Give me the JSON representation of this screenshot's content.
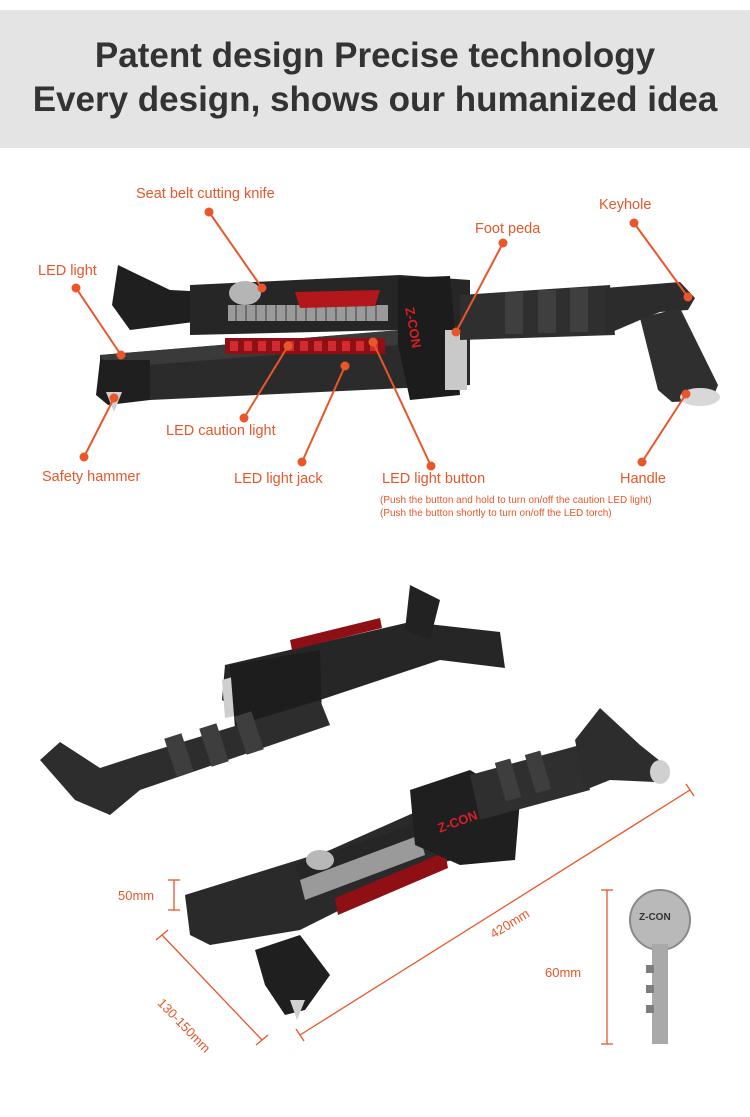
{
  "header": {
    "line1": "Patent design Precise technology",
    "line2": "Every design, shows our humanized idea"
  },
  "brand": "Z-CON",
  "key_brand": "Z-CON",
  "colors": {
    "accent": "#e8562a",
    "header_bg": "#e4e4e4",
    "tool_body": "#2a2a2a",
    "led_red": "#b3161b"
  },
  "callouts": {
    "seat_belt_knife": "Seat belt cutting knife",
    "keyhole": "Keyhole",
    "foot_pedal": "Foot peda",
    "led_light": "LED light",
    "led_caution_light": "LED caution light",
    "safety_hammer": "Safety hammer",
    "led_light_jack": "LED light jack",
    "led_light_button": "LED light button",
    "handle": "Handle"
  },
  "button_notes": {
    "note1": "(Push the button and hold to turn on/off the caution LED light)",
    "note2": "(Push the button shortly to turn on/off the LED torch)"
  },
  "dimensions": {
    "height": "50mm",
    "width": "130-150mm",
    "length": "420mm",
    "key_length": "60mm"
  }
}
